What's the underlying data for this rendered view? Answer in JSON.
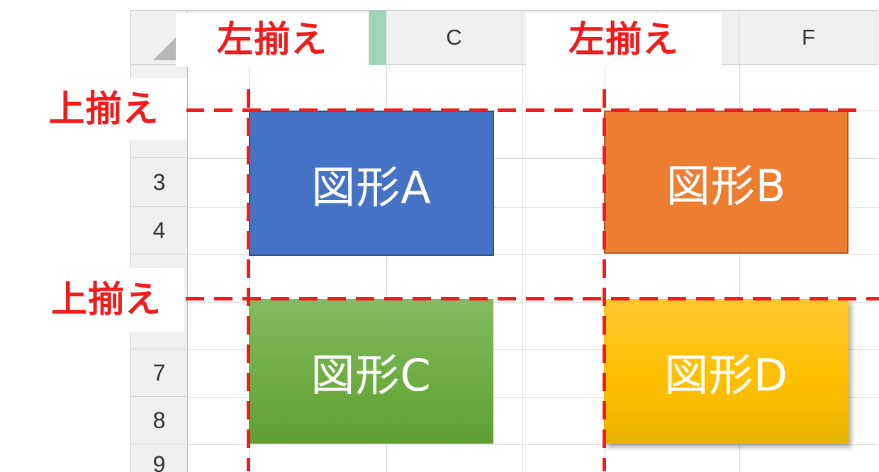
{
  "spreadsheet": {
    "column_headers": [
      "C",
      "F"
    ],
    "row_headers": [
      "3",
      "4",
      "7",
      "8",
      "9"
    ]
  },
  "shapes": {
    "a": {
      "label": "図形A",
      "color": "#4472c4"
    },
    "b": {
      "label": "図形B",
      "color": "#ed7d31"
    },
    "c": {
      "label": "図形C",
      "color": "#70ad47"
    },
    "d": {
      "label": "図形D",
      "color": "#ffc000"
    }
  },
  "annotations": {
    "left_align_1": "左揃え",
    "left_align_2": "左揃え",
    "top_align_1": "上揃え",
    "top_align_2": "上揃え",
    "accent_color": "#ee1c1c"
  }
}
